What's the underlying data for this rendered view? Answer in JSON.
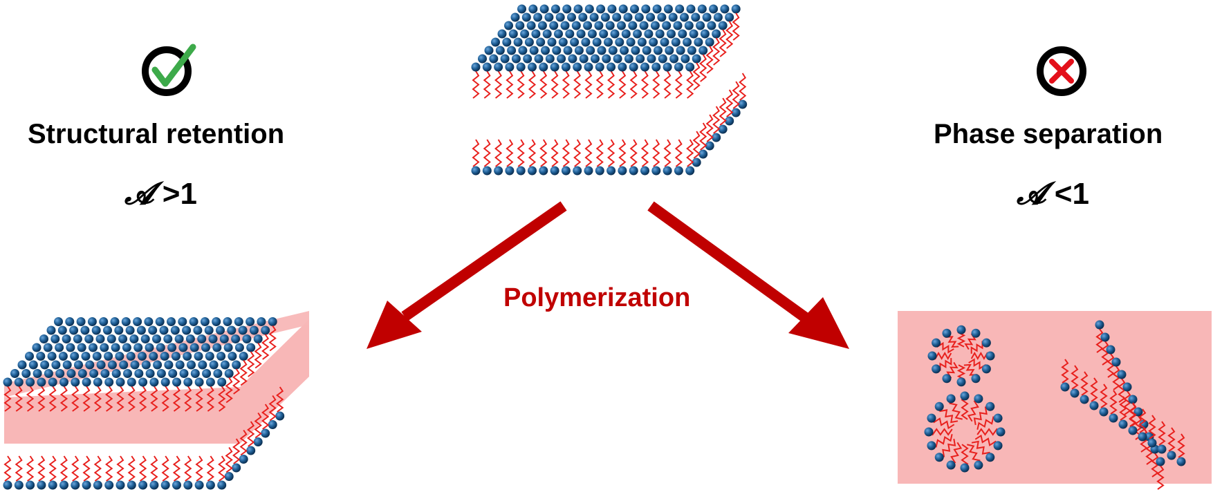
{
  "labels": {
    "left_title": "Structural retention",
    "right_title": "Phase separation",
    "arrow_label": "Polymerization"
  },
  "conditions": {
    "left": {
      "symbol": "𝓐",
      "relation": ">",
      "value": "1"
    },
    "right": {
      "symbol": "𝓐",
      "relation": "<",
      "value": "1"
    }
  },
  "icons": {
    "left": "check-circle-icon",
    "right": "cross-circle-icon"
  },
  "colors": {
    "head": "#1f5f96",
    "tail": "#e8201d",
    "arrow": "#c00000",
    "check": "#3daa4a",
    "cross": "#e3101a",
    "polymer_fill": "#f8b7b7"
  }
}
